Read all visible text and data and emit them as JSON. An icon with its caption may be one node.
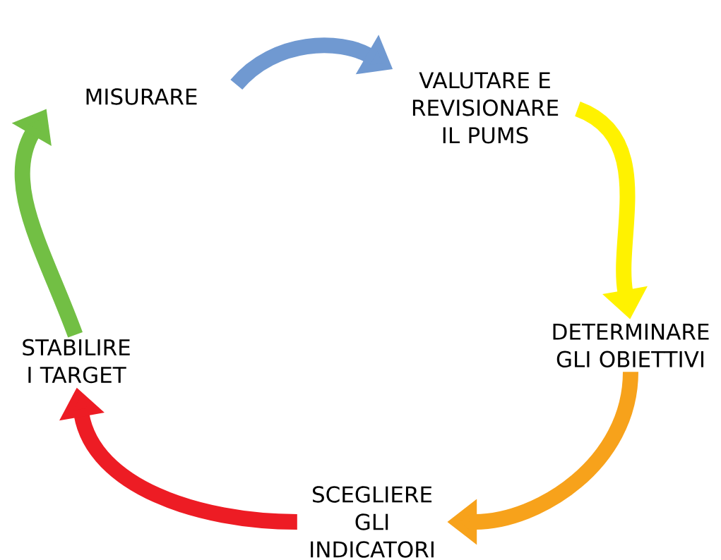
{
  "diagram": {
    "nodes": [
      {
        "text": [
          "MISURARE"
        ]
      },
      {
        "text": [
          "VALUTARE E REVISIONARE IL PUMS"
        ]
      },
      {
        "text": [
          "DETERMINARE GLI OBIETTIVI"
        ]
      },
      {
        "text": [
          "SCEGLIERE GLI INDICATORI"
        ]
      },
      {
        "text": [
          "STABILIRE I TARGET"
        ]
      }
    ],
    "edges": [
      {
        "from": 0,
        "to": 1,
        "arrow": "to",
        "color": "#7099d1"
      },
      {
        "from": 1,
        "to": 2,
        "arrow": "to",
        "color": "#fff200"
      },
      {
        "from": 2,
        "to": 3,
        "arrow": "to",
        "color": "#f7a21b"
      },
      {
        "from": 3,
        "to": 4,
        "arrow": "to",
        "color": "#ed1c24"
      },
      {
        "from": 4,
        "to": 0,
        "arrow": "to",
        "color": "#72bf44"
      }
    ]
  }
}
